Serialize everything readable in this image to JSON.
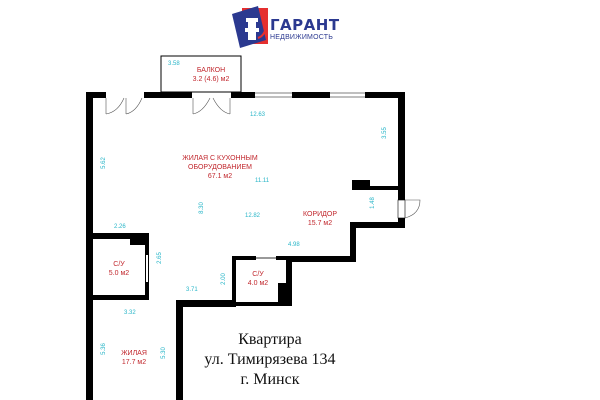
{
  "logo": {
    "brand": "ГАРАНТ",
    "subtitle": "НЕДВИЖИМОСТЬ",
    "colors": {
      "blue": "#2b3990",
      "red": "#e52f2f"
    }
  },
  "rooms": [
    {
      "id": "balcony",
      "name": "БАЛКОН",
      "area": "3.2 (4.6) м2"
    },
    {
      "id": "living-kitchen",
      "name_line1": "ЖИЛАЯ С КУХОННЫМ",
      "name_line2": "ОБОРУДОВАНИЕМ",
      "area": "67.1 м2"
    },
    {
      "id": "corridor",
      "name": "КОРИДОР",
      "area": "15.7 м2"
    },
    {
      "id": "bathroom-1",
      "name": "С/У",
      "area": "5.0 м2"
    },
    {
      "id": "bathroom-2",
      "name": "С/У",
      "area": "4.0 м2"
    },
    {
      "id": "bedroom",
      "name": "ЖИЛАЯ",
      "area": "17.7 м2"
    }
  ],
  "dimensions": {
    "balcony_width": "3.58",
    "top_wall": "12.63",
    "right_upper": "3.55",
    "left_upper": "5.62",
    "mid_horizontal": "11.11",
    "center_vertical": "8.30",
    "inner_horizontal": "12.82",
    "door_height": "1.48",
    "bath1_width": "2.26",
    "bath1_height": "2.65",
    "corridor_bottom": "4.98",
    "bath2_height": "2.00",
    "step_width": "3.71",
    "bedroom_width": "3.32",
    "bedroom_left": "5.36",
    "bedroom_right": "5.30"
  },
  "caption": {
    "line1": "Квартира",
    "line2": "ул. Тимирязева 134",
    "line3": "г. Минск"
  },
  "colors": {
    "wall": "#000000",
    "room_label": "#c1272d",
    "dimension": "#29b6c8"
  }
}
